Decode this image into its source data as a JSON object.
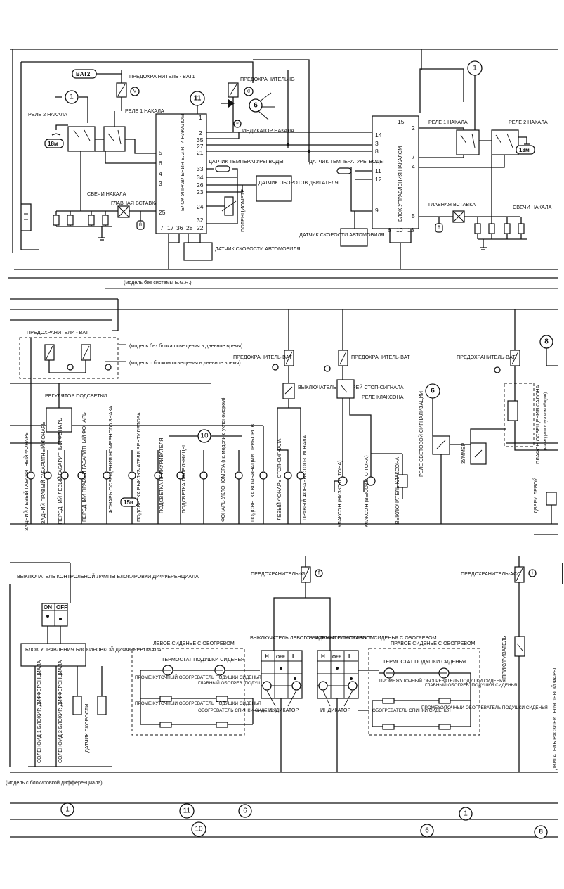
{
  "top": {
    "bat2": "BAT2",
    "fuse_bat1": "ПРЕДОХРА НИТЕЛЬ - BAT1",
    "fuse_ig": "ПРЕДОХРАНИТЕЛЬ-IG",
    "relay2_left": "РЕЛЕ 2 НАКАЛА",
    "relay1_left": "РЕЛЕ 1 НАКАЛА",
    "relay1_right": "РЕЛЕ 1 НАКАЛА",
    "relay2_right": "РЕЛЕ 2 НАКАЛА",
    "ecu_egr": "БЛОК УПРАВЛЕНИЯ E.G.R. И НАКАЛОМ",
    "ecu_glow": "БЛОК УПРАВЛЕНИЯ НАКАЛОМ",
    "glow_indicator": "ИНДИКАТОР НАКАЛА",
    "coolant_sensor_left": "ДАТЧИК ТЕМПЕРАТУРЫ ВОДЫ",
    "coolant_sensor_right": "ДАТЧИК ТЕМПЕРАТУРЫ ВОДЫ",
    "rpm_sensor": "ДАТЧИК ОБОРОТОВ ДВИГАТЕЛЯ",
    "potentiometer": "ПОТЕНЦИОМЕТР",
    "speed_sensor_left": "ДАТЧИК СКОРОСТИ АВТОМОБИЛЯ",
    "speed_sensor_right": "ДАТЧИК СКОРОСТИ АВТОМОБИЛЯ",
    "glow_plugs_left": "СВЕЧИ НАКАЛА",
    "glow_plugs_right": "СВЕЧИ НАКАЛА",
    "main_fuse_left": "ГЛАВНАЯ ВСТАВКА",
    "main_fuse_right": "ГЛАВНАЯ ВСТАВКА",
    "ground_18m_a": "18м",
    "ground_18m_b": "18м",
    "note": "(модель без системы E.G.R.)",
    "egr_pins_left": [
      "5",
      "6",
      "4",
      "3",
      "25"
    ],
    "egr_pins_right": [
      "2",
      "35",
      "27",
      "21",
      "33",
      "34",
      "26",
      "23",
      "24",
      "32",
      "22"
    ],
    "egr_pins_bottom": [
      "7",
      "17",
      "36",
      "28"
    ],
    "egr_pin_top": "1",
    "glow_pins_left": [
      "14",
      "3",
      "8",
      "11",
      "12",
      "9"
    ],
    "glow_pins_right": [
      "2",
      "7",
      "4",
      "5"
    ],
    "glow_pin_top": "15",
    "glow_pins_bottom": [
      "6",
      "10",
      "13"
    ],
    "conn_d": "d",
    "conn_e": "e",
    "conn_v": "V",
    "conn_8": "8"
  },
  "middle": {
    "fuses_bat": "ПРЕДОХРАНИТЕЛИ - BAT",
    "note_no_drl": "(модель без блока освещения в дневное время)",
    "note_drl": "(модель с блоком освещения в дневное время)",
    "dimmer": "РЕГУЛЯТОР ПОДСВЕТКИ",
    "fuse_bat_r": "ПРЕДОХРАНИТЕЛЬ-BAT",
    "fuse_bat_s": "ПРЕДОХРАНИТЕЛЬ-BAT",
    "fuse_bat_t": "ПРЕДОХРАНИТЕЛЬ-BAT",
    "brake_switch": "ВЫКЛЮЧАТЕЛЬ ФОНАРЕЙ СТОП-СИГНАЛА",
    "horn_relay": "РЕЛЕ КЛАКСОНА",
    "turn_relay": "РЕЛЕ СВЕТОВОЙ СИГНАЛИЗАЦИИ",
    "buzzer": "ЗУММЕР",
    "dome_lamp": "ПЛАФОН ОСВЕЩЕНИЯ САЛОНА",
    "dome_note": "(на модели с кузовом Wagon)",
    "door_switch": "ДВЕРИ ЛЕВОЙ",
    "ground_15v": "15в",
    "loads": [
      "ЗАДНИЙ ЛЕВЫЙ ГАБАРИТНЫЙ ФОНАРЬ",
      "ЗАДНИЙ ПРАВЫЙ ГАБАРИТНЫЙ ФОНАРЬ",
      "ПЕРЕДНИЙ ЛЕВЫЙ ГАБАРИТНЫЙ ФОНАРЬ",
      "ПЕРЕДНИЙ ПРАВЫЙ ГАБАРИТНЫЙ ФОНАРЬ",
      "ФОНАРЬ ОСВЕЩЕНИЯ НОМЕРНОГО ЗНАКА",
      "ПОДСВЕТКА ВЫКЛЮЧАТЕЛЯ ВЕНТИЛЯТОРА",
      "ПОДСВЕТКА ПРИКУРИВАТЕЛЯ",
      "ПОДСВЕТКА ПЕПЕЛЬНИЦЫ",
      "ФОНАРЬ УКЛОНОМЕРА (на модели с уклономером)",
      "ПОДСВЕТКА КОМБИНАЦИИ ПРИБОРОВ",
      "ЛЕВЫЙ ФОНАРЬ СТОП-СИГНАЛА",
      "ПРАВЫЙ ФОНАРЬ СТОП-СИГНАЛА",
      "КЛАКСОН (НИЗКОГО ТОНА)",
      "КЛАКСОН (ВЫСОКОГО ТОНА)",
      "ВЫКЛЮЧАТЕЛЬ КЛАКСОНА"
    ]
  },
  "bottom": {
    "diff_lock_switch": "ВЫКЛЮЧАТЕЛЬ КОНТРОЛЬНОЙ ЛАМПЫ БЛОКИРОВКИ ДИФФЕРЕНЦИАЛА",
    "on": "ON",
    "off": "OFF",
    "diff_lock_ecu": "БЛОК УПРАВЛЕНИЯ БЛОКИРОВКОЙ ДИФФЕРЕНЦИАЛА",
    "solenoid1": "СОЛЕНОИД 1 БЛОКИР. ДИФФЕРЕНЦИАЛА",
    "solenoid2": "СОЛЕНОИД 2 БЛОКИР. ДИФФЕРЕНЦИАЛА",
    "speed_sensor": "ДАТЧИК СКОРОСТИ",
    "diff_note": "(модель с блокировкой дифференциала)",
    "fuse_ig": "ПРЕДОХРАНИТЕЛЬ-IG",
    "fuse_acc": "ПРЕДОХРАНИТЕЛЬ-ACC",
    "left_seat": "ЛЕВОЕ СИДЕНЬЕ С ОБОГРЕВОМ",
    "right_seat": "ПРАВОЕ СИДЕНЬЕ С ОБОГРЕВОМ",
    "left_seat_switch": "ВЫКЛЮЧАТЕЛЬ ЛЕВОГО СИДЕНЬЯ С ОБОГРЕВОМ",
    "right_seat_switch": "ВЫКЛЮЧАТЕЛЬ ПРАВОГО СИДЕНЬЯ С ОБОГРЕВОМ",
    "thermostat_left": "ТЕРМОСТАТ ПОДУШКИ СИДЕНЬЯ",
    "thermostat_right": "ТЕРМОСТАТ ПОДУШКИ СИДЕНЬЯ",
    "mid_heater_cushion_l": "ПРОМЕЖУТОЧНЫЙ ОБОГРЕВАТЕЛЬ ПОДУШКИ СИДЕНЬЯ",
    "main_heater_cushion_l": "ГЛАВНЫЙ ОБОГРЕВ. ПОДУШКИ СИДЕНЬЯ",
    "mid_heater_cushion_l2": "ПРОМЕЖУТОЧНЫЙ ОБОГРЕВАТЕЛЬ ПОДУШКИ СИДЕНЬЯ",
    "back_heater_l": "ОБОГРЕВАТЕЛЬ СПИНКИ СИДЕНЬЯ",
    "mid_heater_cushion_r": "ПРОМЕЖУТОЧНЫЙ ОБОГРЕВАТЕЛЬ ПОДУШКИ СИДЕНЬЯ",
    "main_heater_cushion_r": "ГЛАВНЫЙ ОБОГРЕВ. ПОДУШКИ СИДЕНЬЯ",
    "back_heater_r": "ОБОГРЕВАТЕЛЬ СПИНКИ СИДЕНЬЯ",
    "mid_heater_cushion_r2": "ПРОМЕЖУТОЧНЫЙ ОБОГРЕВАТЕЛЬ ПОДУШКИ СИДЕНЬЯ",
    "indicator_l": "ИНДИКАТОР",
    "indicator_r": "ИНДИКАТОР",
    "switch_h": "H",
    "switch_off": "OFF",
    "switch_l": "L",
    "cigar": "ПРИКУРИВАТЕЛЬ",
    "fog_motor": "ДВИГАТЕЛЬ РАСКЛЕИТЕЛЯ ЛЕВОЙ ФАРЫ",
    "conn_f": "f",
    "conn_i": "i"
  },
  "footer": {
    "row1": [
      "1",
      "11",
      "6",
      "1"
    ],
    "row2": [
      "10",
      "6",
      "8"
    ]
  },
  "markers": {
    "m1": "1",
    "m11": "11",
    "m6": "6",
    "m10": "10",
    "m8": "8"
  }
}
